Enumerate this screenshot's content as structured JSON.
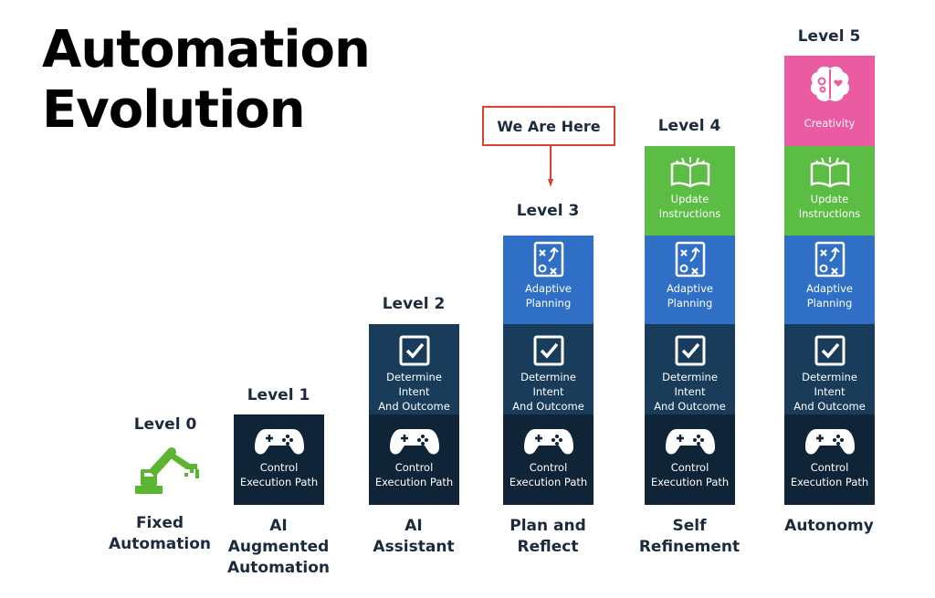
{
  "title_line1": "Automation",
  "title_line2": "Evolution",
  "callout": "We Are Here",
  "levels": [
    {
      "label": "Level 0",
      "name": "Fixed\nAutomation"
    },
    {
      "label": "Level 1",
      "name": "AI\nAugmented\nAutomation"
    },
    {
      "label": "Level 2",
      "name": "AI\nAssistant"
    },
    {
      "label": "Level 3",
      "name": "Plan and\nReflect"
    },
    {
      "label": "Level 4",
      "name": "Self\nRefinement"
    },
    {
      "label": "Level 5",
      "name": "Autonomy"
    }
  ],
  "blocks": {
    "control": "Control\nExecution Path",
    "intent": "Determine Intent\nAnd Outcome",
    "planning": "Adaptive\nPlanning",
    "update": "Update\nInstructions",
    "creativity": "Creativity"
  },
  "icons": {
    "level0": "robot-arm-icon",
    "control": "gamepad-icon",
    "intent": "checkbox-icon",
    "planning": "strategy-board-icon",
    "update": "open-book-icon",
    "creativity": "brain-icon"
  },
  "colors": {
    "control": "#102438",
    "intent": "#183c5a",
    "planning": "#2f6fc6",
    "update": "#5bbd43",
    "creativity": "#ea5ba1",
    "callout_border": "#d9432f"
  }
}
